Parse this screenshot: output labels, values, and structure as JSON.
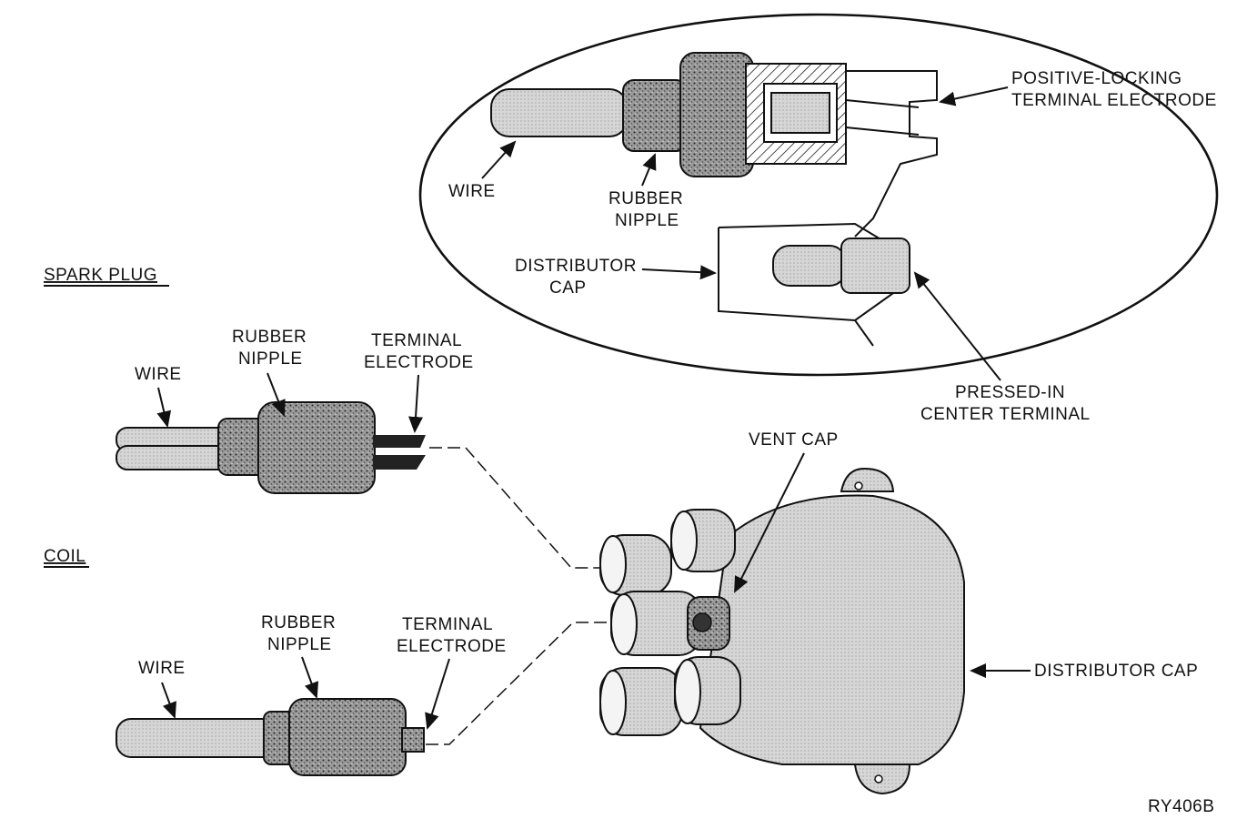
{
  "figure_id": "RY406B",
  "sections": {
    "spark_plug": "SPARK PLUG",
    "coil": "COIL"
  },
  "inset": {
    "wire": "WIRE",
    "rubber_nipple": [
      "RUBBER",
      "NIPPLE"
    ],
    "positive_locking": [
      "POSITIVE-LOCKING",
      "TERMINAL ELECTRODE"
    ],
    "distributor_cap": [
      "DISTRIBUTOR",
      "CAP"
    ],
    "pressed_in": [
      "PRESSED-IN",
      "CENTER TERMINAL"
    ]
  },
  "spark_plug_wire": {
    "wire": "WIRE",
    "rubber_nipple": [
      "RUBBER",
      "NIPPLE"
    ],
    "terminal_electrode": [
      "TERMINAL",
      "ELECTRODE"
    ]
  },
  "coil_wire": {
    "wire": "WIRE",
    "rubber_nipple": [
      "RUBBER",
      "NIPPLE"
    ],
    "terminal_electrode": [
      "TERMINAL",
      "ELECTRODE"
    ]
  },
  "cap": {
    "vent_cap": "VENT CAP",
    "distributor_cap": "DISTRIBUTOR CAP"
  }
}
